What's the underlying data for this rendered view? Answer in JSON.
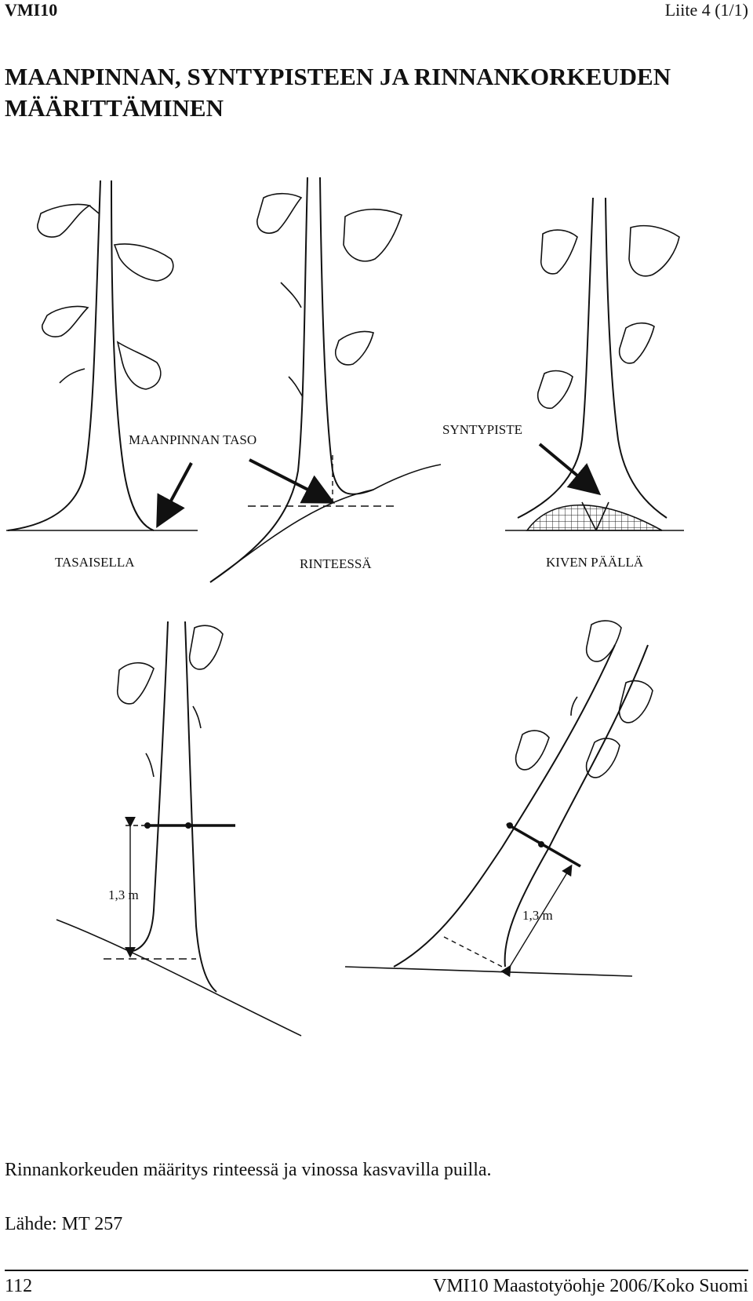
{
  "header": {
    "left": "VMI10",
    "right": "Liite 4 (1/1)"
  },
  "title": {
    "line1": "MAANPINNAN,  SYNTYPISTEEN JA RINNANKORKEUDEN",
    "line2": "MÄÄRITTÄMINEN"
  },
  "figure_top": {
    "callouts": {
      "ground_level": "MAANPINNAN TASO",
      "origin_point": "SYNTYPISTE"
    },
    "panels": [
      "TASAISELLA",
      "RINTEESSÄ",
      "KIVEN PÄÄLLÄ"
    ]
  },
  "figure_bottom": {
    "height_label_left": "1,3 m",
    "height_label_right": "1,3 m"
  },
  "caption": "Rinnankorkeuden määritys rinteessä ja vinossa kasvavilla puilla.",
  "source": "Lähde: MT 257",
  "footer": {
    "page_number": "112",
    "publication": "VMI10  Maastotyöohje 2006/Koko Suomi"
  }
}
